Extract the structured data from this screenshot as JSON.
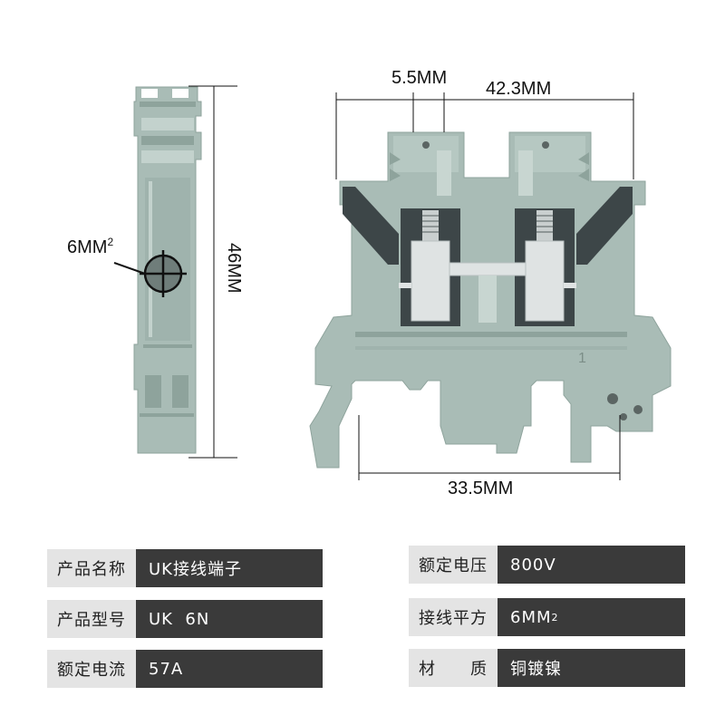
{
  "dimensions": {
    "top_slot": "5.5MM",
    "overall_width": "42.3MM",
    "bottom_span": "33.5MM",
    "height": "46MM",
    "wire_base": "6MM",
    "wire_sup": "2"
  },
  "housing_mark": "1",
  "colors": {
    "housing": "#a9bcb6",
    "housing_dark": "#8ea39c",
    "housing_light": "#c3d2cd",
    "insert": "#3d4648",
    "metal": "#dfe3e3",
    "label_bg": "#e4e4e4",
    "value_bg": "#3a3a3a"
  },
  "specs": {
    "left": [
      {
        "label": "产品名称",
        "value": "UK接线端子"
      },
      {
        "label": "产品型号",
        "value": "UK  6N"
      },
      {
        "label": "额定电流",
        "value": "57A"
      }
    ],
    "right": [
      {
        "label": "额定电压",
        "value": "800V"
      },
      {
        "label": "接线平方",
        "value": "6MM",
        "value_sup": "2"
      },
      {
        "label": "材　　质",
        "value": "铜镀镍"
      }
    ]
  }
}
